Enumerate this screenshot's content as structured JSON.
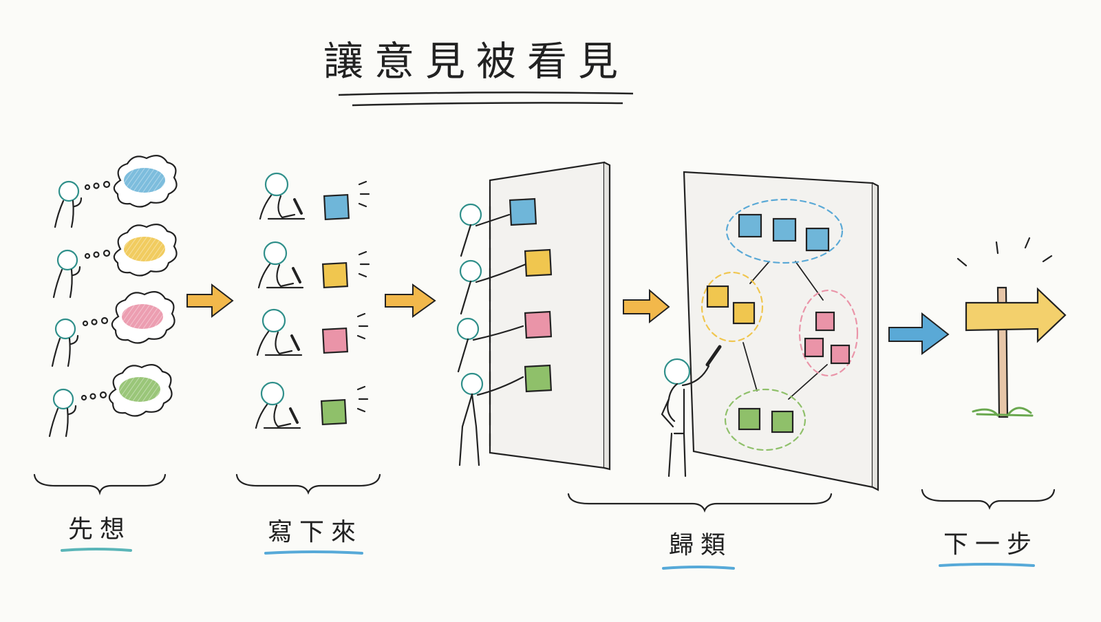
{
  "title": "讓意見被看見",
  "steps": [
    {
      "label": "先想"
    },
    {
      "label": "寫下來"
    },
    {
      "label": "歸類"
    },
    {
      "label": "下一步"
    }
  ],
  "colors": {
    "ink": "#222222",
    "teal": "#2f8f8a",
    "blue": "#6fb6d9",
    "yellow": "#f0c64f",
    "pink": "#ea94a8",
    "green": "#8fc06a",
    "arrow_orange": "#f2b84b",
    "arrow_blue": "#5aa9d6",
    "underline_blue": "#56a9d8"
  },
  "icons": [
    "thought-bubble-icon",
    "sticky-note-icon",
    "pen-icon",
    "arrow-right-icon",
    "signpost-icon",
    "whiteboard-icon"
  ]
}
